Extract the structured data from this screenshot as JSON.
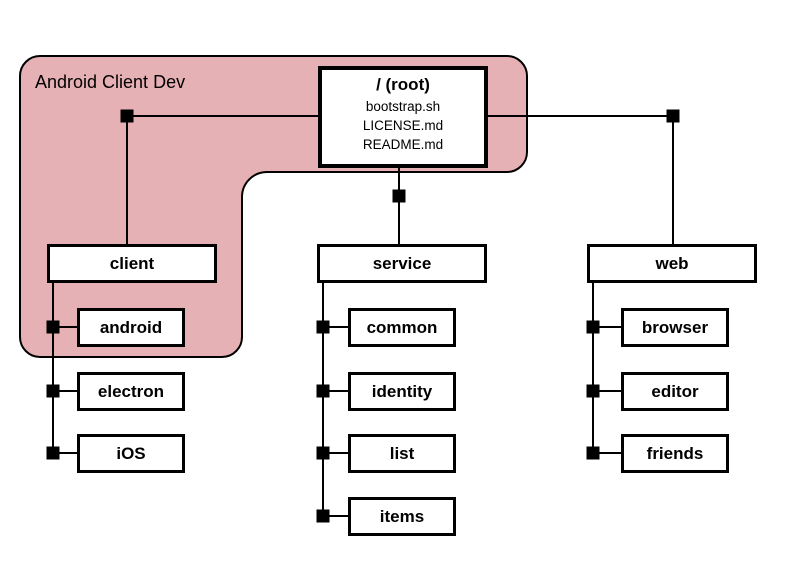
{
  "diagram": {
    "region": {
      "label": "Android Client Dev",
      "color": "#e6b1b5"
    },
    "root": {
      "title": "/ (root)",
      "files": [
        "bootstrap.sh",
        "LICENSE.md",
        "README.md"
      ]
    },
    "branches": [
      {
        "label": "client",
        "children": [
          "android",
          "electron",
          "iOS"
        ]
      },
      {
        "label": "service",
        "children": [
          "common",
          "identity",
          "list",
          "items"
        ]
      },
      {
        "label": "web",
        "children": [
          "browser",
          "editor",
          "friends"
        ]
      }
    ],
    "colors": {
      "node_fill": "#ffffff",
      "border": "#000000",
      "line": "#000000",
      "connector_dot": "#000000",
      "background": "#ffffff"
    }
  }
}
